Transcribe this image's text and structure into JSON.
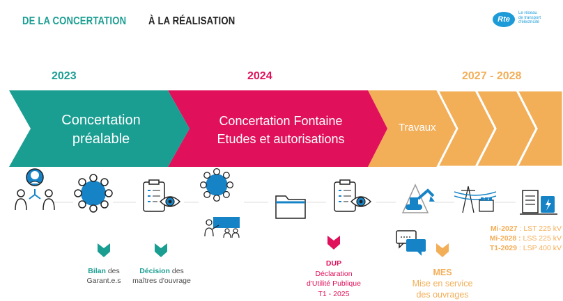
{
  "header": {
    "part1": "DE  LA CONCERTATION",
    "part2": "À LA RÉALISATION"
  },
  "logo": {
    "mark": "Rte",
    "text_line1": "Le réseau",
    "text_line2": "de transport",
    "text_line3": "d'électricité"
  },
  "years": {
    "y1": "2023",
    "y2": "2024",
    "y3": "2027 - 2028"
  },
  "phases": {
    "p1_line1": "Concertation",
    "p1_line2": "préalable",
    "p2_line1": "Concertation Fontaine",
    "p2_line2": "Etudes et autorisations",
    "p3": "Travaux"
  },
  "milestones": {
    "bilan_bold": "Bilan",
    "bilan_rest": " des",
    "bilan_line2": "Garant.e.s",
    "decision_bold": "Décision",
    "decision_rest": " des",
    "decision_line2": "maîtres d'ouvrage",
    "dup_title": "DUP",
    "dup_line1": "Déclaration",
    "dup_line2": "d'Utilité Publique",
    "dup_line3": "T1 - 2025",
    "mes_title": "MES",
    "mes_line1": "Mise en service",
    "mes_line2": "des ouvrages",
    "dates": [
      {
        "bold": "Mi-2027",
        "rest": " : LST 225 kV"
      },
      {
        "bold": "Mi-2028 :",
        "rest": " LSS 225 kV"
      },
      {
        "bold": "T1-2029",
        "rest": " : LSP 400 kV"
      }
    ]
  },
  "colors": {
    "teal": "#1a9e92",
    "pink": "#e0105a",
    "orange": "#f3ae58",
    "blue": "#1583c6",
    "grey": "#4a4a4a"
  },
  "icons": [
    "users-icon",
    "meeting-icon",
    "checklist-eye-icon",
    "meeting-icon",
    "presentation-icon",
    "folder-icon",
    "checklist-eye-icon",
    "excavator-icon",
    "chat-icon",
    "power-line-icon",
    "transformer-icon"
  ]
}
